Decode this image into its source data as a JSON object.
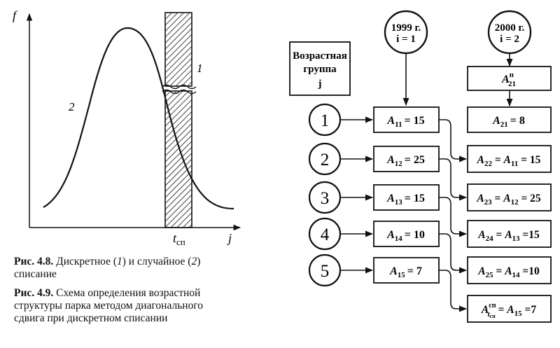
{
  "left_chart": {
    "y_axis_label": "f",
    "x_axis_label": "j",
    "tick_label_main": "t",
    "tick_label_sub": "сп",
    "curve_1_label": "1",
    "curve_2_label": "2"
  },
  "captions": {
    "fig48": {
      "prefix": "Рис. 4.8.",
      "t1": " Дискретное (",
      "n1": "1",
      "t2": ") и случайное (",
      "n2": "2",
      "t3": ")",
      "line2": "списание"
    },
    "fig49": {
      "prefix": "Рис. 4.9.",
      "line1": " Схема определения возрастной",
      "line2": "структуры парка методом диагонального",
      "line3": "сдвига при дискретном списании"
    }
  },
  "diagram": {
    "year1999": {
      "line1": "1999 г.",
      "line2": "i = 1"
    },
    "year2000": {
      "line1": "2000 г.",
      "line2": "i = 2"
    },
    "age_group": {
      "line1": "Возрастная",
      "line2": "группа",
      "line3": "j"
    },
    "groups": [
      "1",
      "2",
      "3",
      "4",
      "5"
    ],
    "col1": [
      {
        "sub": "11",
        "val": "= 15"
      },
      {
        "sub": "12",
        "val": "= 25"
      },
      {
        "sub": "13",
        "val": "= 15"
      },
      {
        "sub": "14",
        "val": "= 10"
      },
      {
        "sub": "15",
        "val": "= 7"
      }
    ],
    "col2_top": {
      "sup": "п",
      "sub": "21"
    },
    "col2_first": {
      "sub": "21",
      "val": "= 8"
    },
    "col2": [
      {
        "sub": "22",
        "rhs_sub": "11",
        "val": "= 15"
      },
      {
        "sub": "23",
        "rhs_sub": "12",
        "val": "= 25"
      },
      {
        "sub": "24",
        "rhs_sub": "13",
        "val": "=15"
      },
      {
        "sub": "25",
        "rhs_sub": "14",
        "val": "=10"
      }
    ],
    "col2_last": {
      "sup": "сп",
      "sub_main": "t",
      "sub_sub": "сп",
      "rhs_sub": "15",
      "val": "=7"
    }
  }
}
